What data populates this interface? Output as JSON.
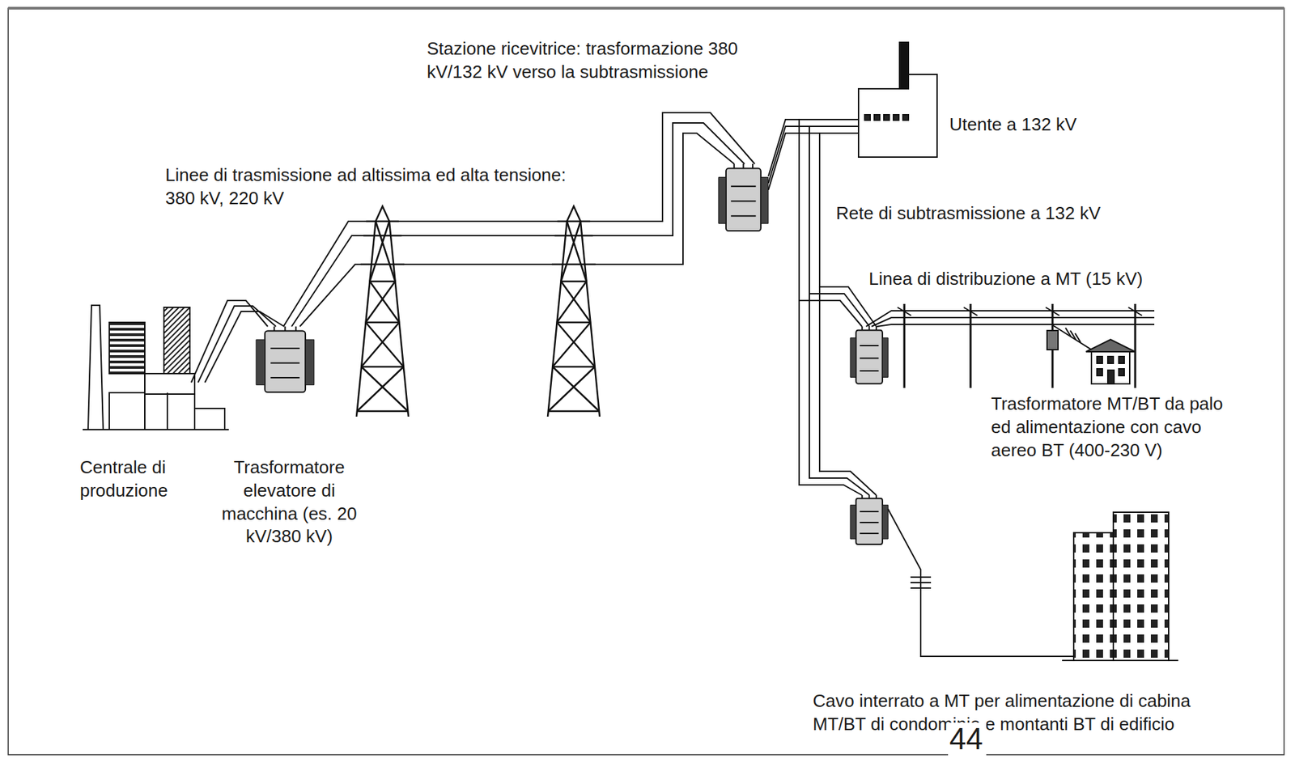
{
  "diagram": {
    "labels": [
      "Stazione ricevitrice: trasformazione 380 kV/132 kV verso la subtrasmissione",
      "Utente a 132 kV",
      "Linee di trasmissione ad altissima ed alta tensione: 380 kV, 220 kV",
      "Rete di subtrasmissione a 132 kV",
      "Linea di distribuzione a MT (15 kV)",
      "Trasformatore MT/BT da palo ed alimentazione con cavo aereo BT (400-230 V)",
      "Centrale di produzione",
      "Trasformatore elevatore di macchina (es. 20 kV/380 kV)",
      "Cavo interrato a MT per alimentazione di cabina MT/BT di condominio e montanti BT di edificio",
      "44"
    ]
  }
}
